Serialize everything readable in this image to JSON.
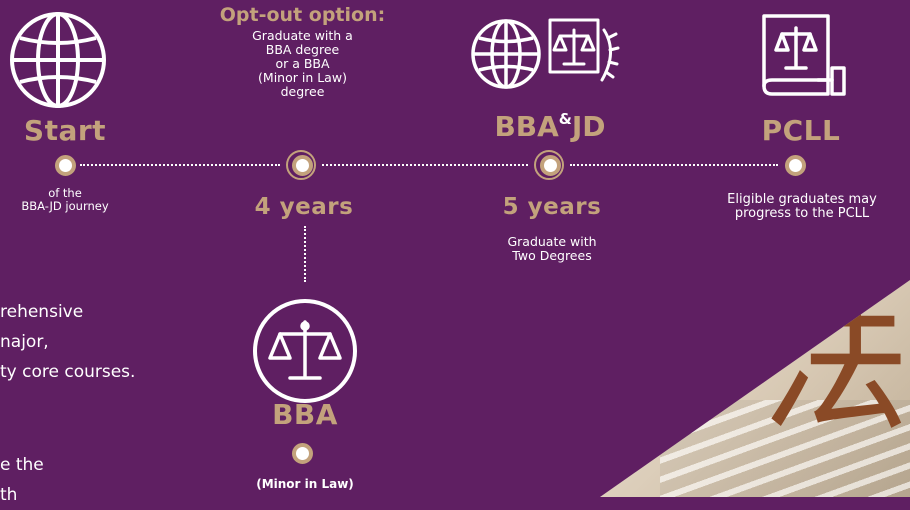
{
  "stages": {
    "start": {
      "title": "Start",
      "caption_line1": "of the",
      "caption_line2": "BBA-JD journey"
    },
    "optout": {
      "heading": "Opt-out option:",
      "line1": "Graduate with a",
      "line2": "BBA degree",
      "line3": "or a BBA",
      "line4": "(Minor in Law)",
      "line5": "degree",
      "years": "4 years"
    },
    "bbajd": {
      "title_left": "BBA",
      "title_amp": "&",
      "title_right": "JD",
      "years": "5 years",
      "caption_line1": "Graduate with",
      "caption_line2": "Two Degrees"
    },
    "pcll": {
      "title": "PCLL",
      "caption_line1": "Eligible graduates may",
      "caption_line2": "progress to the PCLL"
    },
    "bba": {
      "title": "BBA",
      "caption": "(Minor in Law)"
    }
  },
  "body_text": {
    "line1": "rehensive",
    "line2": "najor,",
    "line3": "ty core courses.",
    "line4": "e the",
    "line5": "th"
  },
  "photo": {
    "calligraphy": "法"
  },
  "colors": {
    "background": "#5f1f62",
    "accent": "#c3a27c",
    "text": "#ffffff"
  },
  "icons": [
    "globe-icon",
    "scales-icon",
    "book-gavel-icon",
    "laurel-icon"
  ]
}
